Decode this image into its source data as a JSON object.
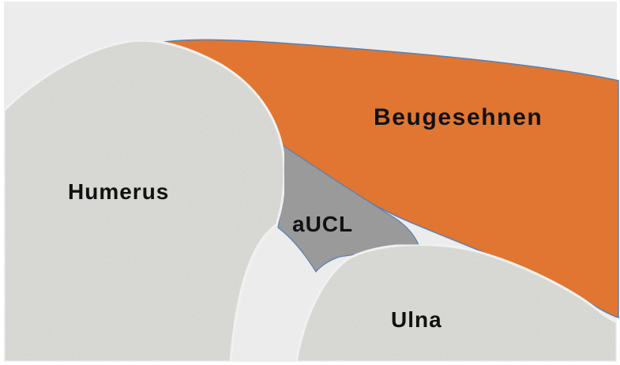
{
  "diagram": {
    "labels": {
      "flexor_tendons": "Beugesehnen",
      "humerus": "Humerus",
      "aucl": "aUCL",
      "ulna": "Ulna"
    },
    "colors": {
      "background": "#ffffff",
      "border_area": "#ececec",
      "bone_fill": "#e4e4e1",
      "bone_outline": "#ffffff",
      "flexor_fill": "#e07632",
      "flexor_outline": "#5b7fb0",
      "ligament_fill": "#9a9a9a",
      "ligament_outline": "#5b7fb0",
      "label_text": "#111111"
    },
    "structures": [
      "humerus",
      "ulna",
      "anterior-ulnar-collateral-ligament",
      "flexor-tendons"
    ]
  }
}
